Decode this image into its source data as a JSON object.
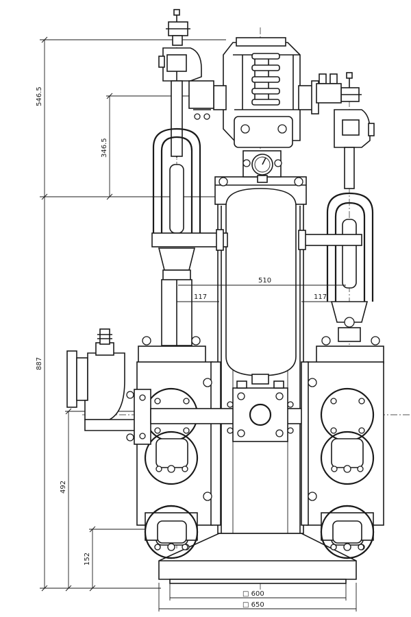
{
  "drawing": {
    "dimensions": {
      "overall_height": "887",
      "upper_height": "546.5",
      "middle_height": "346.5",
      "outlet_height": "492",
      "base_height": "152",
      "column_width": "510",
      "left_offset": "117",
      "right_offset": "117",
      "base_inner": "□ 600",
      "base_outer": "□ 650"
    }
  }
}
